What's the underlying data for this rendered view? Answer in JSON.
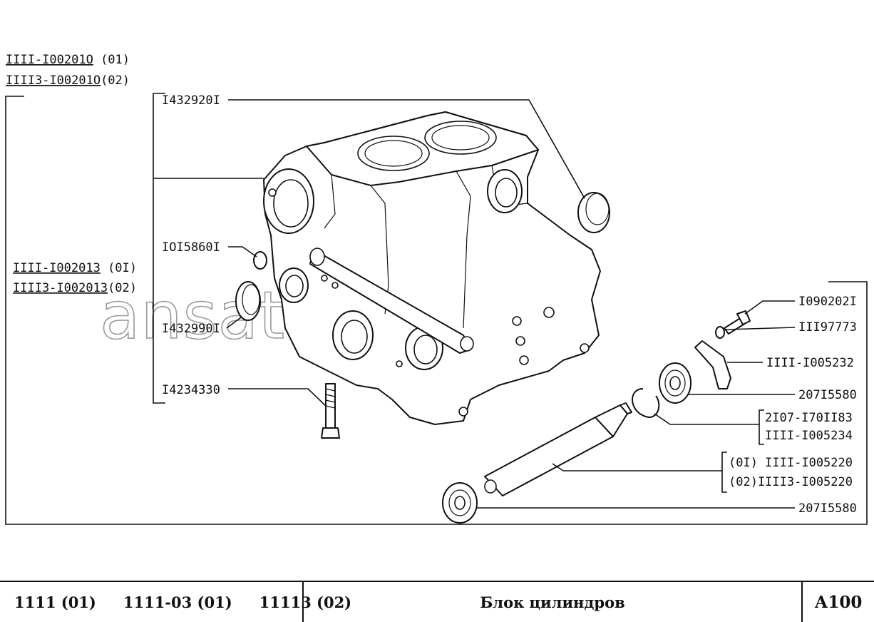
{
  "watermark": "ansat-parts.ru",
  "labels": {
    "assembly_01": "IIII-I00201O",
    "assembly_01_suffix": " (01)",
    "assembly_02": "IIII3-I00201O",
    "assembly_02_suffix": "(02)",
    "subassy_01": "IIII-I00201З",
    "subassy_01_suffix": " (0I)",
    "subassy_02": "IIII3-I00201З",
    "subassy_02_suffix": "(02)",
    "plug_top": "I432920I",
    "plug_small": "IOI5860I",
    "plug_side": "I432990I",
    "bolt": "I4234330",
    "bolt_small": "I090202I",
    "washer": "III97773",
    "retainer_plate": "IIII-I005232",
    "bearing_front": "207I5580",
    "ring_a": "2I07-I70II83",
    "ring_b": "IIII-I005234",
    "shaft_01": "(0I) IIII-I005220",
    "shaft_02": "(02)IIII3-I005220",
    "bearing_rear": "207I5580"
  },
  "footer": {
    "model_1": "1111 (01)",
    "model_2": "1111-03 (01)",
    "model_3": "11113 (02)",
    "title": "Блок цилиндров",
    "code": "А100"
  }
}
